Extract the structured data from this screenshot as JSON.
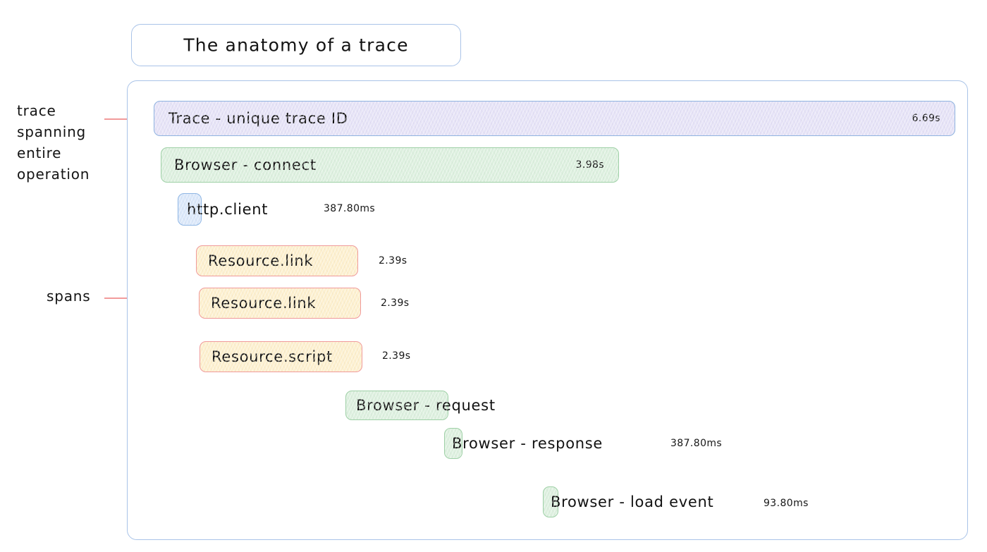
{
  "title": {
    "text": "The anatomy of a trace"
  },
  "annotations": [
    {
      "name": "trace-annotation",
      "text": "trace\nspanning\nentire\noperation"
    },
    {
      "name": "spans-annotation",
      "text": "spans"
    }
  ],
  "colors": {
    "container_border": "#a9c3e8",
    "trace_fill": "#e6e3f7",
    "trace_border": "#8fb3e0",
    "browser_fill": "#ddf0df",
    "browser_border": "#9ed0a6",
    "http_fill": "#dbe8fa",
    "http_border": "#8fb6e4",
    "resource_fill": "#fdf0cf",
    "resource_border": "#f09a9a",
    "leader_line": "#f08a8a",
    "text": "#121212"
  },
  "spans": [
    {
      "id": "trace",
      "label": "Trace - unique trace ID",
      "duration": "6.69s",
      "duration_position": "inside",
      "kind": "trace"
    },
    {
      "id": "browser-connect",
      "label": "Browser - connect",
      "duration": "3.98s",
      "duration_position": "inside",
      "kind": "browser"
    },
    {
      "id": "http-client",
      "label": "http.client",
      "duration": "387.80ms",
      "duration_position": "outside",
      "kind": "http"
    },
    {
      "id": "resource-link-1",
      "label": "Resource.link",
      "duration": "2.39s",
      "duration_position": "outside",
      "kind": "resource"
    },
    {
      "id": "resource-link-2",
      "label": "Resource.link",
      "duration": "2.39s",
      "duration_position": "outside",
      "kind": "resource"
    },
    {
      "id": "resource-script",
      "label": "Resource.script",
      "duration": "2.39s",
      "duration_position": "outside",
      "kind": "resource"
    },
    {
      "id": "browser-request",
      "label": "Browser - request",
      "duration": "",
      "duration_position": "none",
      "kind": "browser"
    },
    {
      "id": "browser-response",
      "label": "Browser - response",
      "duration": "387.80ms",
      "duration_position": "outside",
      "kind": "browser"
    },
    {
      "id": "browser-load-event",
      "label": "Browser - load event",
      "duration": "93.80ms",
      "duration_position": "outside",
      "kind": "browser"
    }
  ]
}
